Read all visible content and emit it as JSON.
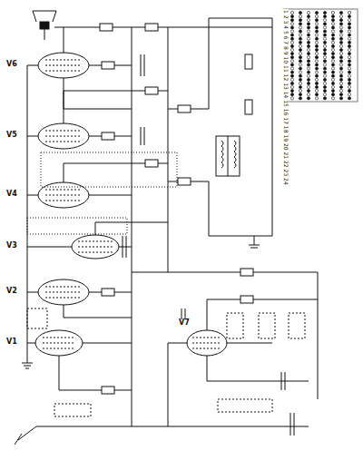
{
  "diagram": {
    "labels": [
      "V6",
      "V5",
      "V4",
      "V3",
      "V2",
      "V1",
      "V7",
      "1 2 3 4 5 6 7 8 9 10 11 12 13 14 15 16 17 18 19 20 21 22 23 24"
    ]
  }
}
